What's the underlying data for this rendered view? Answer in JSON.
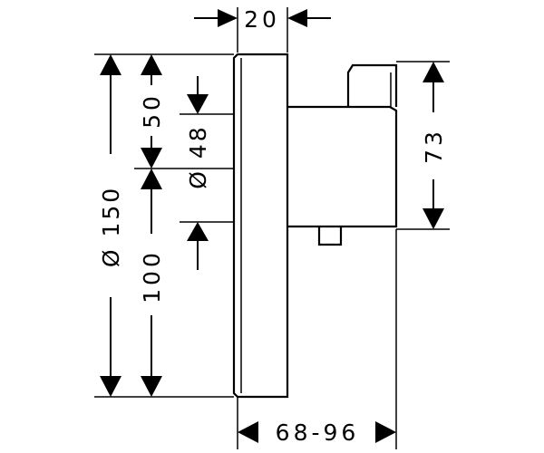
{
  "dimensions": {
    "top_width": "20",
    "overall_diameter": "Ø 150",
    "upper_segment": "50",
    "lower_segment": "100",
    "inner_diameter": "Ø 48",
    "body_height": "73",
    "projection_range": "68-96"
  },
  "colors": {
    "stroke": "#000000",
    "background": "#ffffff"
  }
}
